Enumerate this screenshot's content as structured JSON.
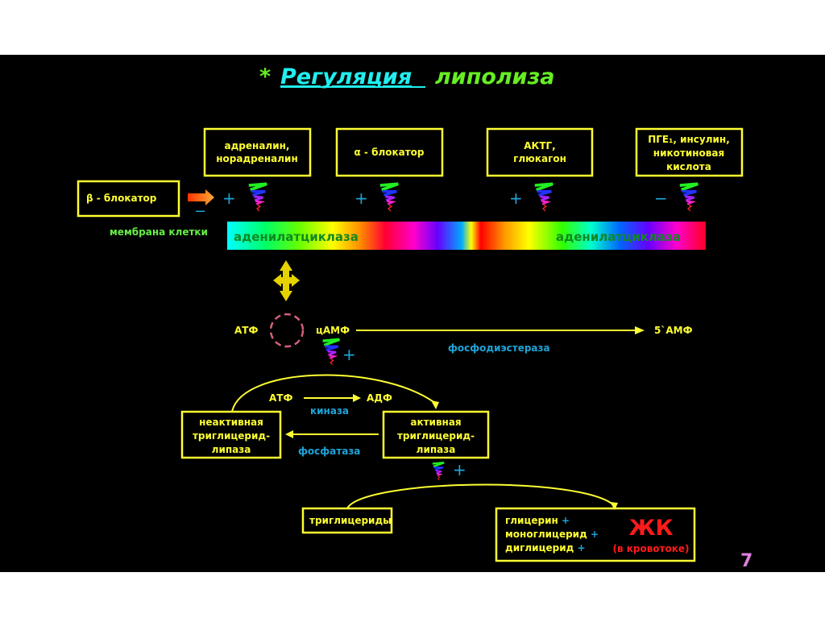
{
  "title": {
    "star": "*",
    "word1": "Регуляция",
    "word2": "липолиза"
  },
  "regulators": {
    "adrenaline": [
      "адреналин,",
      "норадреналин"
    ],
    "alpha_blocker": "α - блокатор",
    "actg": [
      "АКТГ,",
      "глюкагон"
    ],
    "pge": [
      "ПГЕ₁, инсулин,",
      "никотиновая",
      "кислота"
    ],
    "beta_blocker": "β - блокатор"
  },
  "signs": {
    "plus": "+",
    "minus": "−"
  },
  "membrane_label": "мембрана клетки",
  "enzyme_bar": {
    "left": "аденилатциклаза",
    "right": "аденилатциклаза"
  },
  "camp": {
    "atp": "АТФ",
    "camp": "цАМФ",
    "amp5": "5`АМФ",
    "pde": "фосфодиэстераза"
  },
  "kinase_cycle": {
    "atp": "АТФ",
    "adp": "АДФ",
    "kinase": "киназа",
    "phosphatase": "фосфатаза",
    "inactive": [
      "неактивная",
      "триглицерид-",
      "липаза"
    ],
    "active": [
      "активная",
      "триглицерид-",
      "липаза"
    ]
  },
  "products": {
    "substrate": "триглицериды",
    "lines": [
      "глицерин",
      "моноглицерид",
      "диглицерид"
    ],
    "plus": "+",
    "ffa": "ЖК",
    "ffa_note": "(в кровотоке)"
  },
  "slide_number": "7",
  "colors": {
    "yellow": "#ffff33",
    "cyan": "#1ea4d8",
    "title_cyan": "#22eeee",
    "title_green": "#66ee22",
    "red": "#ff1a1a",
    "number": "#e080e0"
  }
}
